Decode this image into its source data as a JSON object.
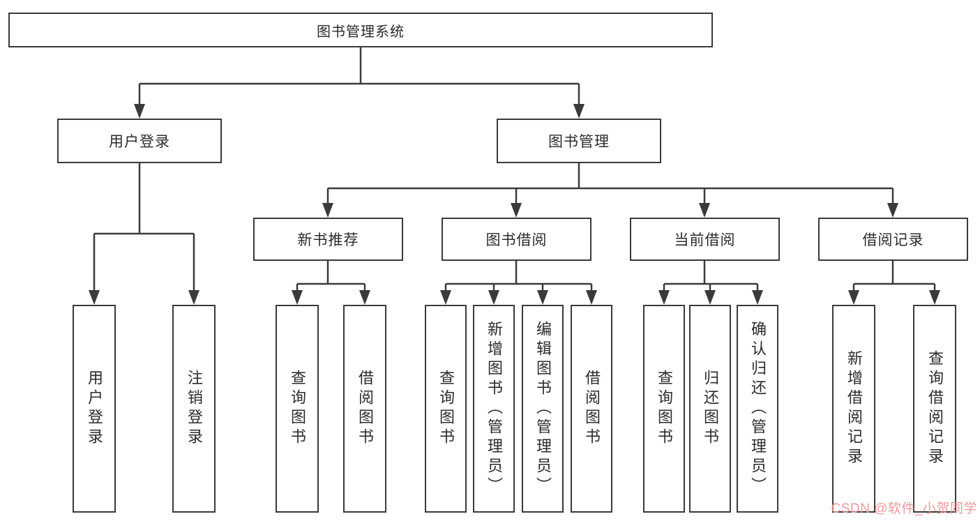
{
  "tree": {
    "label": "图书管理系统",
    "children": [
      {
        "label": "用户登录",
        "children": [
          {
            "label": "用户登录"
          },
          {
            "label": "注销登录"
          }
        ]
      },
      {
        "label": "图书管理",
        "children": [
          {
            "label": "新书推荐",
            "children": [
              {
                "label": "查询图书"
              },
              {
                "label": "借阅图书"
              }
            ]
          },
          {
            "label": "图书借阅",
            "children": [
              {
                "label": "查询图书"
              },
              {
                "label": "新增图书（管理员）"
              },
              {
                "label": "编辑图书（管理员）"
              },
              {
                "label": "借阅图书"
              }
            ]
          },
          {
            "label": "当前借阅",
            "children": [
              {
                "label": "查询图书"
              },
              {
                "label": "归还图书"
              },
              {
                "label": "确认归还（管理员）"
              }
            ]
          },
          {
            "label": "借阅记录",
            "children": [
              {
                "label": "新增借阅记录"
              },
              {
                "label": "查询借阅记录"
              }
            ]
          }
        ]
      }
    ]
  },
  "watermark": "CSDN @软件_小贺同学",
  "colors": {
    "line": "#3a3a3a",
    "box_border": "#3a3a3a",
    "text": "#2b2b2b",
    "watermark": "#f0999b",
    "background": "#ffffff"
  }
}
